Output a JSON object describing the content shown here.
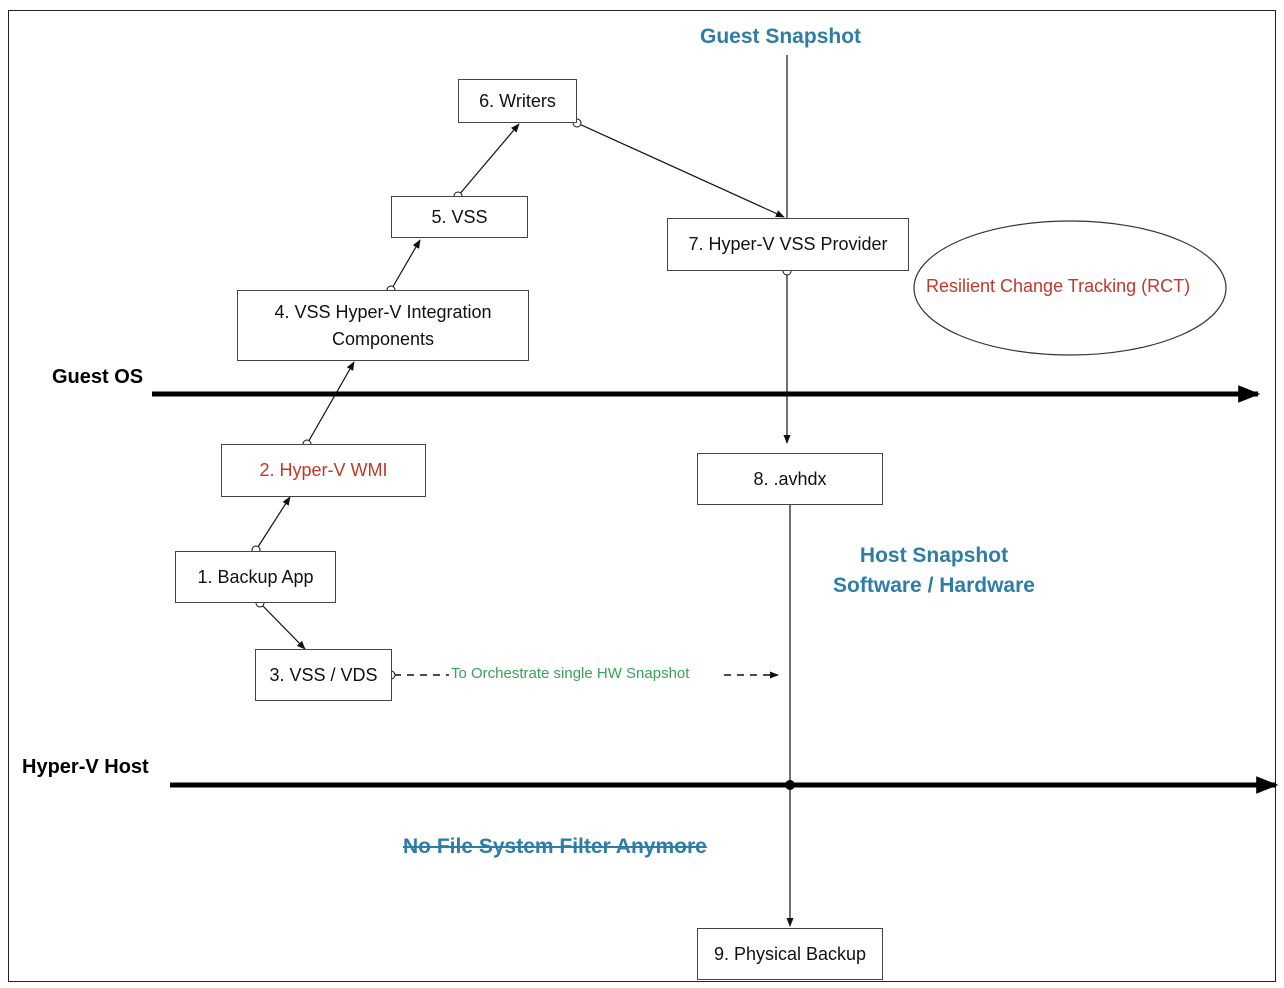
{
  "layers": {
    "guest_os": "Guest OS",
    "hyperv_host": "Hyper-V Host"
  },
  "steps": {
    "backup_app": "1. Backup App",
    "hyperv_wmi": "2. Hyper-V WMI",
    "vss_vds": "3. VSS / VDS",
    "integration_line1": "4. VSS Hyper-V Integration",
    "integration_line2": "Components",
    "vss": "5. VSS",
    "writers": "6. Writers",
    "vss_provider": "7. Hyper-V VSS Provider",
    "avhdx": "8. .avhdx",
    "physical_backup": "9. Physical Backup"
  },
  "annotations": {
    "guest_snapshot": "Guest Snapshot",
    "host_snapshot_line1": "Host Snapshot",
    "host_snapshot_line2": "Software / Hardware",
    "orchestrate": "To Orchestrate single HW Snapshot",
    "no_filter": "No File System Filter Anymore",
    "rct": "Resilient Change Tracking (RCT)"
  },
  "colors": {
    "blue": "#2e7da8",
    "red": "#c0392b",
    "green": "#3aa05a"
  }
}
